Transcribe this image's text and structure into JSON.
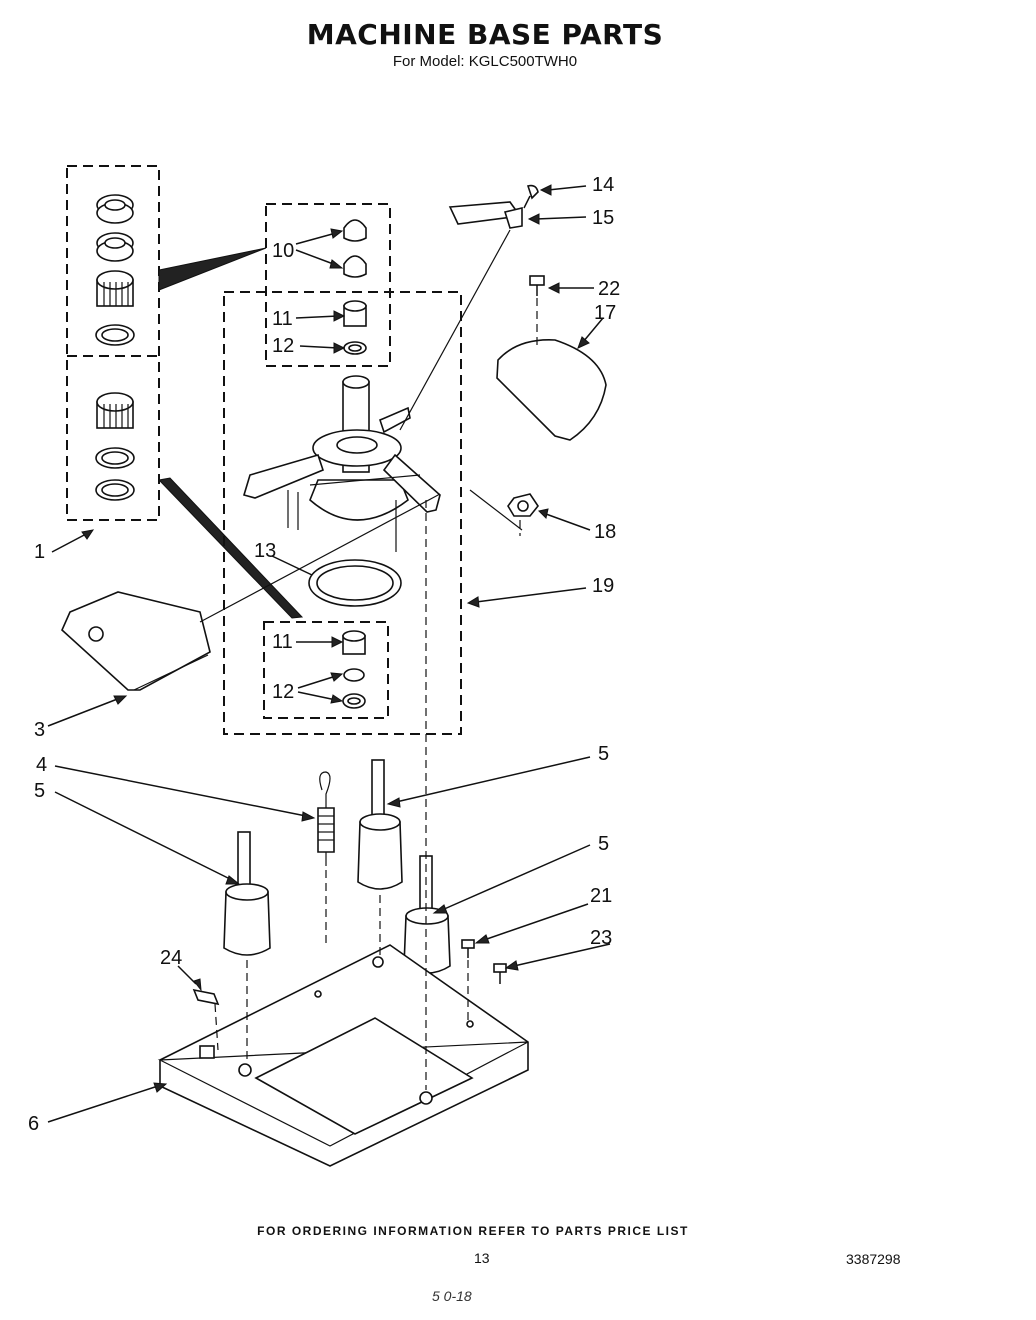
{
  "title": "MACHINE BASE PARTS",
  "subtitle": "For Model: KGLC500TWH0",
  "callouts": {
    "c1": "1",
    "c3": "3",
    "c4": "4",
    "c5a": "5",
    "c5b": "5",
    "c5c": "5",
    "c6": "6",
    "c10": "10",
    "c11a": "11",
    "c11b": "11",
    "c12a": "12",
    "c12b": "12",
    "c13": "13",
    "c14": "14",
    "c15": "15",
    "c17": "17",
    "c18": "18",
    "c19": "19",
    "c21": "21",
    "c22": "22",
    "c23": "23",
    "c24": "24"
  },
  "footer": {
    "ordering_note": "FOR ORDERING INFORMATION REFER TO PARTS PRICE LIST",
    "page_number": "13",
    "document_number": "3387298",
    "handwritten_mark": "5 0-18"
  }
}
